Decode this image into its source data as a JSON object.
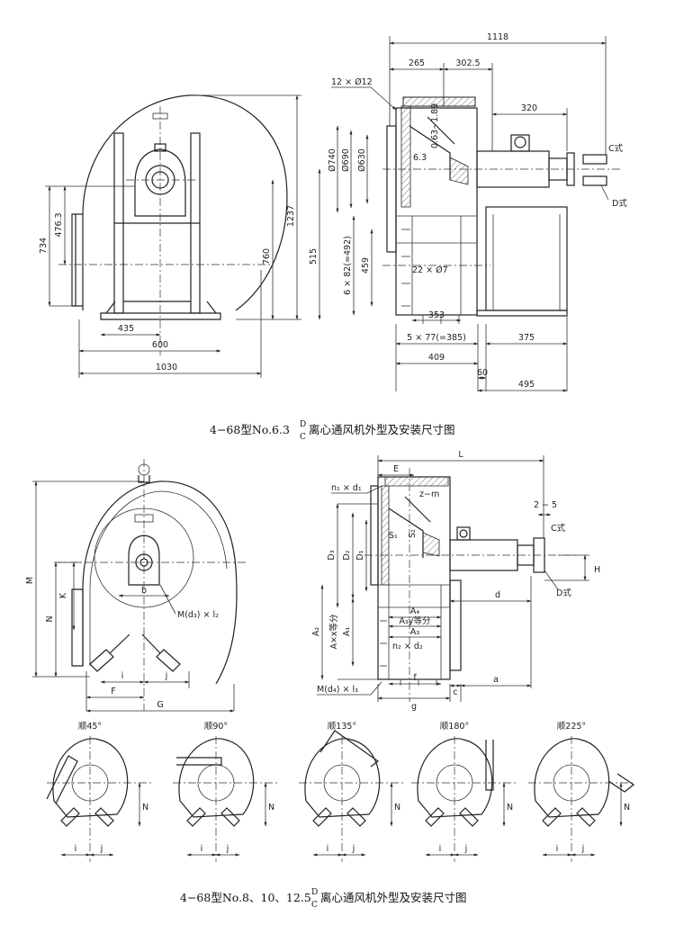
{
  "top_drawing": {
    "caption_main": "4−68型No.6.3",
    "caption_sup": "D",
    "caption_sub": "C",
    "caption_tail": "离心通风机外型及安装尺寸图",
    "front_dims": {
      "d1237": "1237",
      "d760": "760",
      "d734": "734",
      "d476": "476.3",
      "d435": "435",
      "d600": "600",
      "d1030": "1030"
    },
    "side_dims": {
      "d1118": "1118",
      "d265": "265",
      "d302": "302.5",
      "d12x12": "12 × Ø12",
      "d189": "0.63∼1.89",
      "d740": "Ø740",
      "d690": "Ø690",
      "d630": "Ø630",
      "d63": "6.3",
      "d320": "320",
      "dC": "C式",
      "dD": "D式",
      "d515": "515",
      "d6x82": "6 × 82(=492)",
      "d459": "459",
      "d22x7": "22 × Ø7",
      "d353": "353",
      "d5x77": "5 × 77(=385)",
      "d375": "375",
      "d409": "409",
      "d60": "60",
      "d495": "495"
    }
  },
  "bottom_drawing": {
    "caption_main": "4−68型No.8、10、12.5",
    "caption_sup": "D",
    "caption_sub": "C",
    "caption_tail": "离心通风机外型及安装尺寸图",
    "front_labels": {
      "M": "M",
      "K": "K",
      "N": "N",
      "b": "b",
      "Md3": "M(d₃) × l₂",
      "i": "i",
      "j": "j",
      "F": "F",
      "G": "G"
    },
    "side_labels": {
      "L": "L",
      "E": "E",
      "n1d1": "n₁ × d₁",
      "zm": "z−m",
      "S1": "S₁",
      "S2": "S₂",
      "D3": "D₃",
      "D2": "D₂",
      "D1": "D₁",
      "A2": "A₂",
      "Ax": "A×x等分",
      "A1": "A₁",
      "A4": "A₄",
      "A3y": "A₃y等分",
      "A3": "A₃",
      "n2d2": "n₂ × d₂",
      "Md4": "M(d₄) × l₃",
      "f": "f",
      "g": "g",
      "c": "c",
      "a": "a",
      "d": "d",
      "H": "H",
      "r25": "2 ∼ 5",
      "C": "C式",
      "D": "D式"
    },
    "orientations": [
      {
        "label": "顺45°"
      },
      {
        "label": "顺90°"
      },
      {
        "label": "顺135°"
      },
      {
        "label": "顺180°"
      },
      {
        "label": "顺225°"
      }
    ],
    "small_labels": {
      "N": "N",
      "i": "i",
      "j": "j"
    }
  }
}
